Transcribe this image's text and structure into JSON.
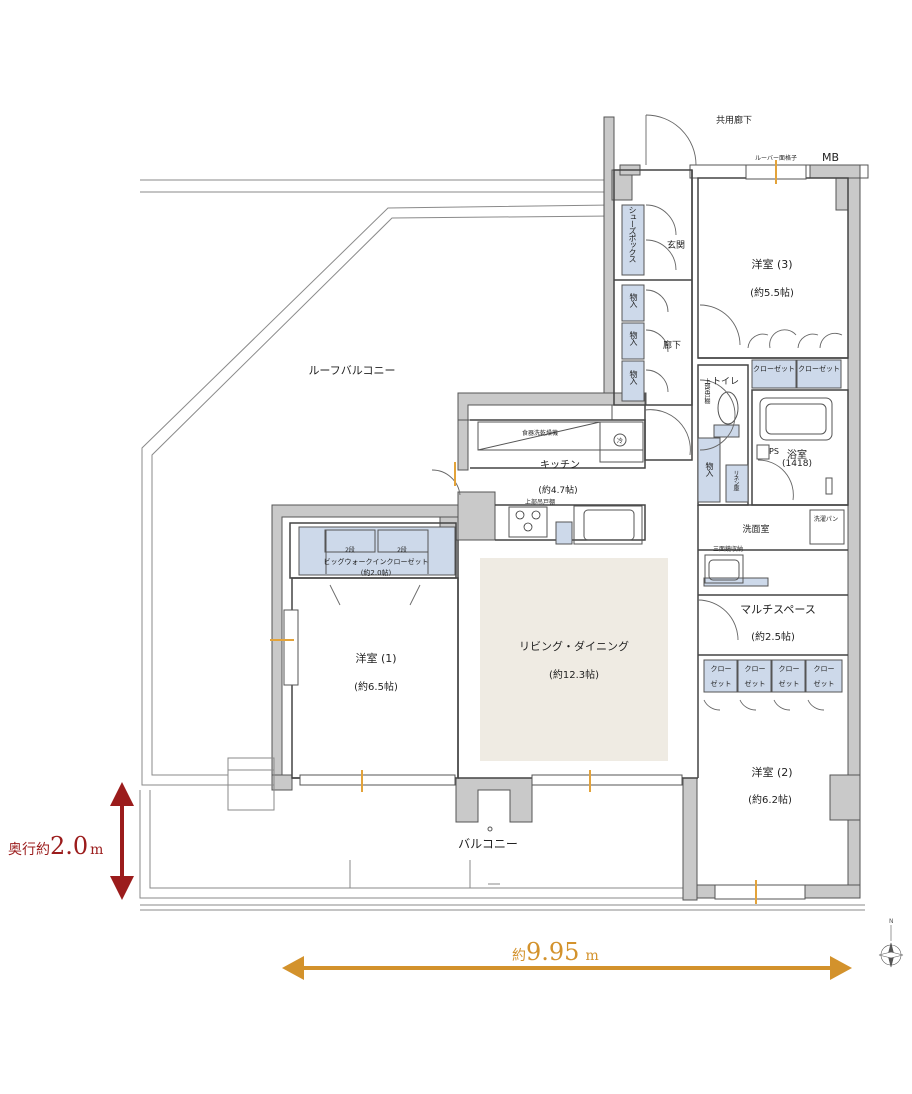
{
  "rooms": {
    "common_corridor": "共用廊下",
    "louver_lattice": "ルーバー面格子",
    "mb": "MB",
    "shoebox": "シューズボックス",
    "entrance": "玄関",
    "hallway": "廊下",
    "storage": "物入",
    "western3_name": "洋室 (3)",
    "western3_size": "(約5.5帖)",
    "closet_label": "クローゼット",
    "closet_top": "クロー",
    "closet_bottom": "ゼット",
    "toilet": "トイレ",
    "upper_shelf": "上部吊戸棚",
    "ps": "PS",
    "bath_name": "浴室",
    "bath_size": "(1418)",
    "linen": "リネン庫",
    "roof_balcony": "ルーフバルコニー",
    "dish_dryer": "食器洗乾燥機",
    "fridge_mark": "冷",
    "kitchen_name": "キッチン",
    "kitchen_size": "(約4.7帖)",
    "upper_cabinet": "上部吊戸棚",
    "washroom": "洗面室",
    "laundry_pan": "洗濯パン",
    "three_side_mirror": "三面鏡収納",
    "shelf_2": "2段",
    "wic_name": "ビッグウォークインクローゼット",
    "wic_size": "(約2.0帖)",
    "multi_space_name": "マルチスペース",
    "multi_space_size": "(約2.5帖)",
    "western1_name": "洋室 (1)",
    "western1_size": "(約6.5帖)",
    "living_name": "リビング・ダイニング",
    "living_size": "(約12.3帖)",
    "western2_name": "洋室 (2)",
    "western2_size": "(約6.2帖)",
    "balcony": "バルコニー"
  },
  "dimensions": {
    "depth_prefix": "奥行約",
    "depth_value": "2.0",
    "depth_unit": "m",
    "width_prefix": "約",
    "width_value": "9.95",
    "width_unit": "m"
  },
  "colors": {
    "wall": "#c9c9c9",
    "storage_fill": "#cdd9ea",
    "living_fill": "#efebe3",
    "depth_arrow": "#9b1c1c",
    "width_arrow": "#d3922c",
    "window_accent": "#e3a33a"
  },
  "icons": {
    "compass": "compass-rose-icon"
  }
}
